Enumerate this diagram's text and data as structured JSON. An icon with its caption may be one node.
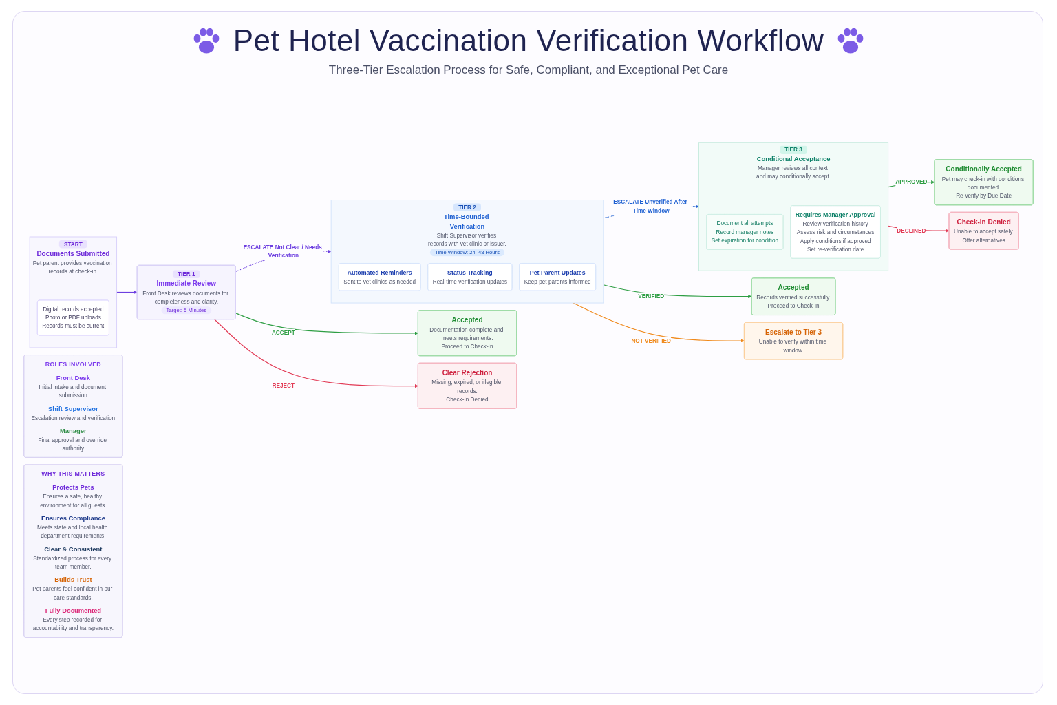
{
  "diagram": {
    "title": "Pet Hotel Vaccination Verification Workflow",
    "nodes": [
      {
        "text": [
          "ROLES INVOLVED",
          "Front Desk",
          "Initial intake and document submission",
          "Shift Supervisor",
          "Escalation review and verification",
          "Manager",
          "Final approval and override authority"
        ]
      },
      {
        "text": [
          "START",
          "Documents Submitted",
          "Pet parent provides vaccination records at check-in."
        ]
      },
      {
        "text": [
          "Digital records accepted",
          "Photo or PDF uploads",
          "Records must be current"
        ],
        "in": 1
      },
      {
        "text": [
          "TIER 1",
          "Immediate Review",
          "Front Desk reviews documents for completeness and clarity.",
          "Target: 5 Minutes"
        ]
      },
      {
        "text": [
          "Accepted",
          "Documentation complete and meets requirements.",
          "Proceed to Check-In"
        ]
      },
      {
        "text": [
          "Clear Rejection",
          "Missing, expired, or illegible records.",
          "Check-In Denied"
        ]
      },
      {
        "text": [
          "TIER 2",
          "Time-Bounded Verification",
          "Shift Supervisor verifies records with vet clinic or issuer.",
          "Time Window: 24–48 Hours"
        ]
      },
      {
        "text": [
          "Automated Reminders",
          "Sent to vet clinics as needed"
        ],
        "in": 6
      },
      {
        "text": [
          "Status Tracking",
          "Real-time verification updates"
        ],
        "in": 6
      },
      {
        "text": [
          "Pet Parent Updates",
          "Keep pet parents informed"
        ],
        "in": 6
      },
      {
        "text": [
          "Accepted",
          "Records verified successfully.",
          "Proceed to Check-In"
        ]
      },
      {
        "text": [
          "Escalate to Tier 3",
          "Unable to verify within time window."
        ]
      },
      {
        "text": [
          "TIER 3",
          "Conditional Acceptance",
          "Manager reviews all context and may conditionally accept."
        ]
      },
      {
        "text": [
          "Document all attempts",
          "Record manager notes",
          "Set expiration for condition"
        ],
        "in": 12
      },
      {
        "text": [
          "Requires Manager Approval",
          "Review verification history",
          "Assess risk and circumstances",
          "Apply conditions if approved",
          "Set re-verification date"
        ],
        "in": 12
      },
      {
        "text": [
          "Conditionally Accepted",
          "Pet may check-in with conditions documented.",
          "Re-verify by Due Date"
        ]
      },
      {
        "text": [
          "Check-In Denied",
          "Unable to accept safely.",
          "Offer alternatives"
        ]
      },
      {
        "text": [
          "WHY THIS MATTERS",
          "Protects Pets",
          "Ensures a safe, healthy environment for all guests.",
          "Ensures Compliance",
          "Meets state and local health department requirements.",
          "Clear & Consistent",
          "Standardized process for every team member.",
          "Builds Trust",
          "Pet parents feel confident in our care standards.",
          "Fully Documented",
          "Every step recorded for accountability and transparency."
        ]
      }
    ],
    "edges": [
      {
        "from": 1,
        "to": 3,
        "arrow": "to",
        "color": "#6d3fe0"
      },
      {
        "from": 3,
        "to": 4,
        "arrow": "to",
        "label": "ACCEPT",
        "color": "#2e9e44"
      },
      {
        "from": 3,
        "to": 5,
        "arrow": "to",
        "label": "REJECT",
        "color": "#e23a55"
      },
      {
        "from": 3,
        "to": 6,
        "arrow": "to",
        "label": "ESCALATE Not Clear / Needs Verification",
        "style": "dashed",
        "color": "#6d3fe0"
      },
      {
        "from": 6,
        "to": 10,
        "arrow": "to",
        "label": "VERIFIED",
        "color": "#2e9e44"
      },
      {
        "from": 6,
        "to": 11,
        "arrow": "to",
        "label": "NOT VERIFIED",
        "color": "#f08a1c"
      },
      {
        "from": 6,
        "to": 12,
        "arrow": "to",
        "label": "ESCALATE Unverified After Time Window",
        "style": "dashed",
        "color": "#1d5fd1"
      },
      {
        "from": 12,
        "to": 15,
        "arrow": "to",
        "label": "APPROVED",
        "color": "#2e9e44"
      },
      {
        "from": 12,
        "to": 16,
        "arrow": "to",
        "label": "DECLINED",
        "color": "#e23a55"
      }
    ],
    "labels": [
      "Three-Tier Escalation Process for Safe, Compliant, and Exceptional Pet Care"
    ]
  }
}
